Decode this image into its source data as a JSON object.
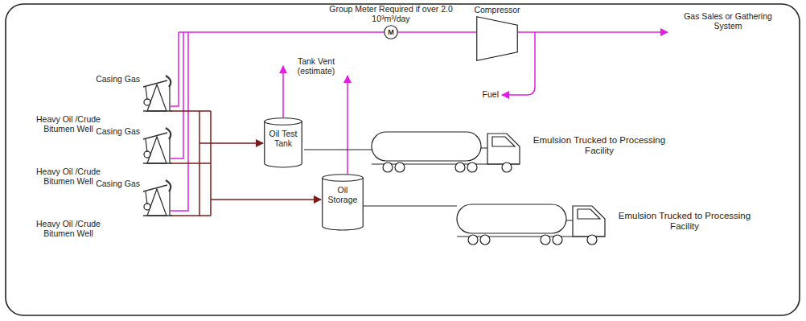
{
  "diagram": {
    "nodes": [
      {
        "text": [
          "Oil Test Tank"
        ]
      },
      {
        "text": [
          "Oil Storage"
        ]
      },
      {
        "text": [
          "M",
          "Group Meter Required if over 2.0 10³m³/day"
        ]
      },
      {
        "text": [
          "Compressor"
        ]
      }
    ],
    "edges": [
      {
        "from": 2,
        "to": 3,
        "arrow": "none"
      }
    ],
    "labels": [
      "Casing Gas",
      "Heavy Oil /Crude Bitumen Well",
      "Casing Gas",
      "Heavy Oil /Crude Bitumen Well",
      "Casing Gas",
      "Heavy Oil /Crude Bitumen Well",
      "Tank Vent (estimate)",
      "Fuel",
      "Gas Sales or Gathering System",
      "Emulsion Trucked to Processing Facility",
      "Emulsion Trucked to Processing Facility"
    ]
  }
}
